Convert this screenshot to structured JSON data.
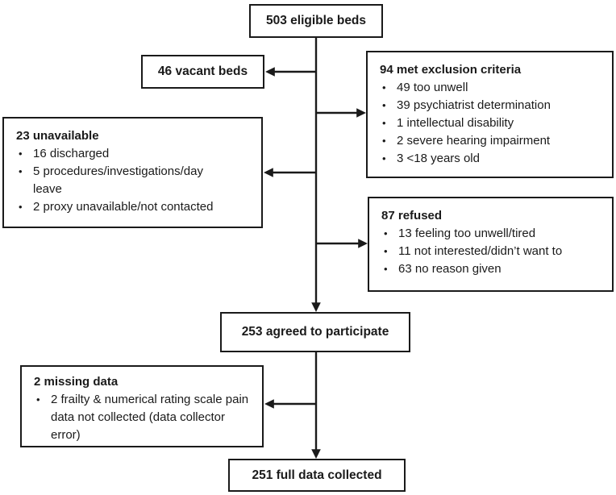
{
  "flowchart": {
    "bullet_char": "•",
    "colors": {
      "line": "#1a1a1a",
      "box_border": "#1a1a1a",
      "background": "#ffffff",
      "text": "#1a1a1a"
    },
    "boxes": {
      "eligible": {
        "label": "503 eligible beds"
      },
      "vacant": {
        "label": "46 vacant beds"
      },
      "excluded": {
        "title": "94 met exclusion criteria",
        "items": [
          "49 too unwell",
          "39 psychiatrist determination",
          "1 intellectual disability",
          "2 severe hearing impairment",
          "3 <18 years old"
        ]
      },
      "unavailable": {
        "title": "23 unavailable",
        "items": [
          "16 discharged",
          "5 procedures/investigations/day leave",
          "2 proxy unavailable/not contacted"
        ]
      },
      "refused": {
        "title": "87 refused",
        "items": [
          "13 feeling too unwell/tired",
          "11 not interested/didn’t want to",
          "63 no reason given"
        ]
      },
      "agreed": {
        "label": "253 agreed to participate"
      },
      "missing": {
        "title": "2 missing data",
        "items": [
          "2 frailty & numerical rating scale pain data not collected (data collector error)"
        ]
      },
      "full": {
        "label": "251 full data collected"
      }
    }
  }
}
